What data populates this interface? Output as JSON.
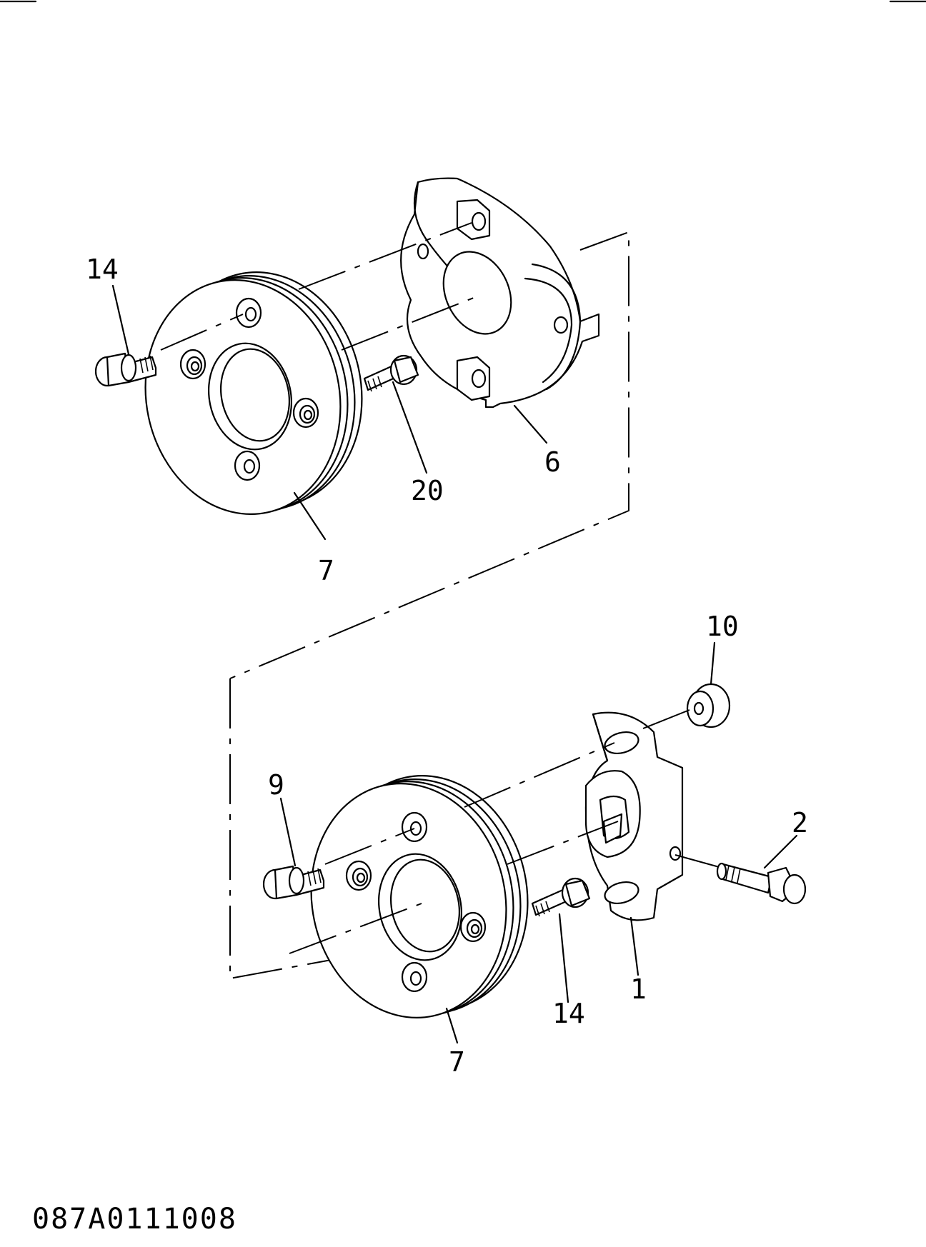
{
  "callouts": {
    "top_bolt_left": "14",
    "top_bolt_center": "20",
    "top_bracket": "6",
    "top_disc": "7",
    "bottom_washer": "10",
    "bottom_bolt_left": "9",
    "bottom_bolt_right": "2",
    "bottom_bracket": "1",
    "bottom_bolt_center": "14",
    "bottom_disc": "7"
  },
  "drawing_code": "087A0111008"
}
